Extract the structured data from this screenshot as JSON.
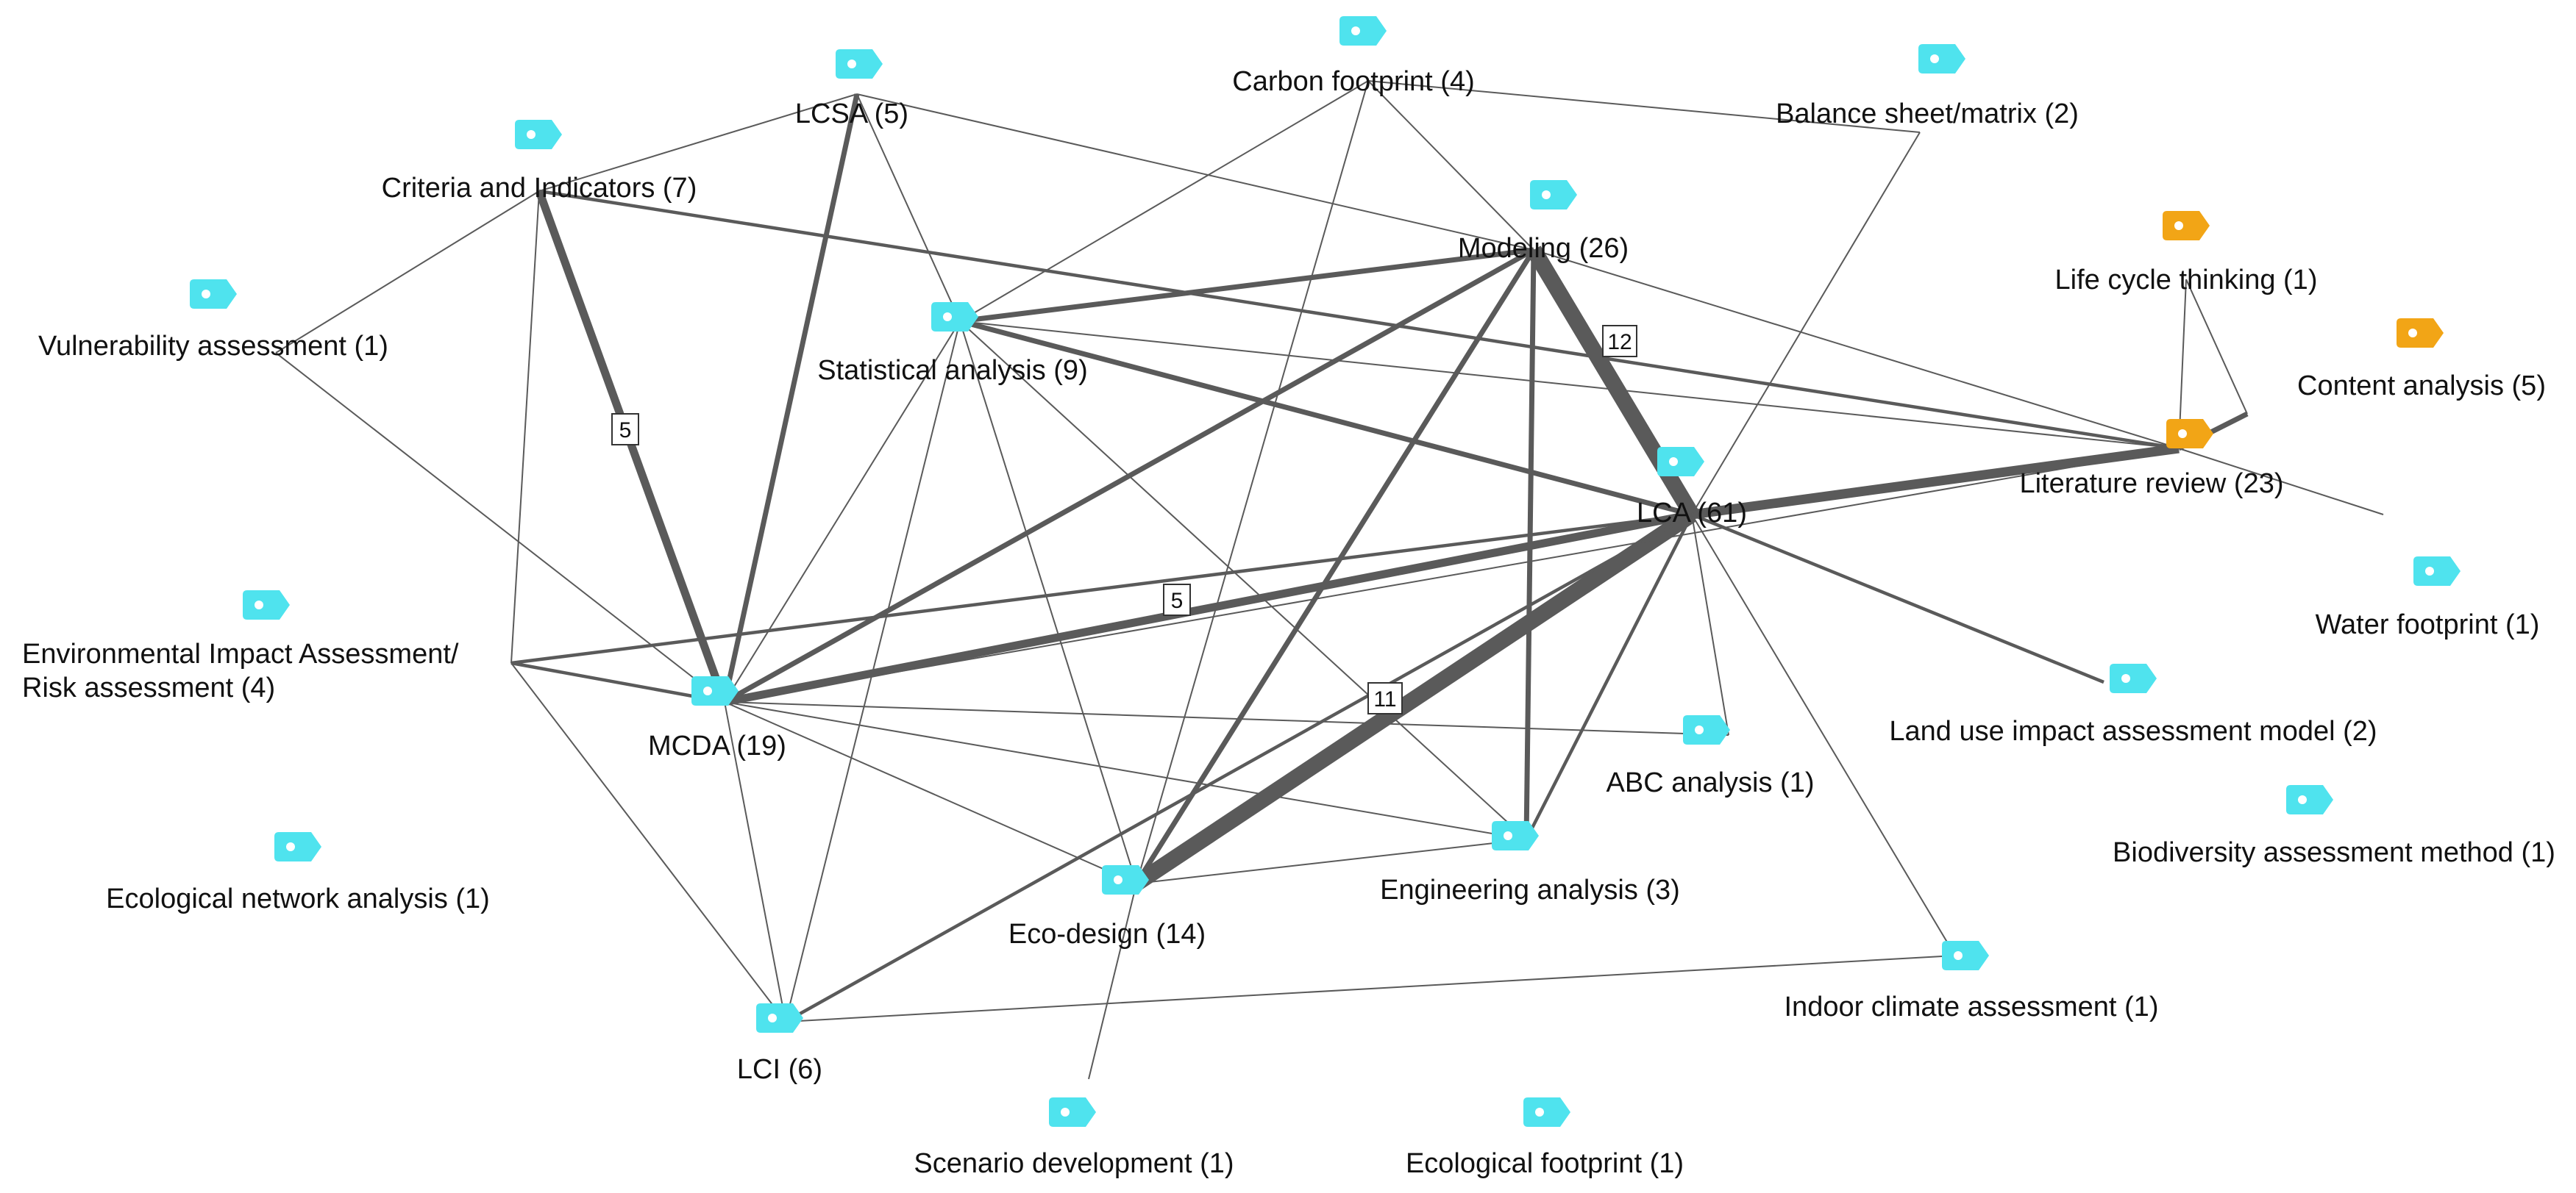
{
  "colors": {
    "tag_default": "#4fe3ee",
    "tag_highlight": "#f2a516",
    "edge": "#5a5a5a",
    "text": "#111111"
  },
  "nodes": [
    {
      "id": "lca",
      "label": "LCA (61)",
      "color": "cyan"
    },
    {
      "id": "literature_review",
      "label": "Literature review (23)",
      "color": "orange"
    },
    {
      "id": "modeling",
      "label": "Modeling (26)",
      "color": "cyan"
    },
    {
      "id": "mcda",
      "label": "MCDA (19)",
      "color": "cyan"
    },
    {
      "id": "eco_design",
      "label": "Eco-design (14)",
      "color": "cyan"
    },
    {
      "id": "statistical_analysis",
      "label": "Statistical analysis (9)",
      "color": "cyan"
    },
    {
      "id": "criteria_indicators",
      "label": "Criteria and Indicators (7)",
      "color": "cyan"
    },
    {
      "id": "lci",
      "label": "LCI (6)",
      "color": "cyan"
    },
    {
      "id": "lcsa",
      "label": "LCSA (5)",
      "color": "cyan"
    },
    {
      "id": "content_analysis",
      "label": "Content analysis (5)",
      "color": "orange"
    },
    {
      "id": "carbon_footprint",
      "label": "Carbon footprint (4)",
      "color": "cyan"
    },
    {
      "id": "eia",
      "label": "Environmental Impact Assessment/\nRisk assessment (4)",
      "color": "cyan"
    },
    {
      "id": "engineering_analysis",
      "label": "Engineering analysis (3)",
      "color": "cyan"
    },
    {
      "id": "balance_sheet",
      "label": "Balance sheet/matrix (2)",
      "color": "cyan"
    },
    {
      "id": "land_use",
      "label": "Land use impact assessment model (2)",
      "color": "cyan"
    },
    {
      "id": "vulnerability",
      "label": "Vulnerability assessment (1)",
      "color": "cyan"
    },
    {
      "id": "life_cycle_thinking",
      "label": "Life cycle thinking (1)",
      "color": "orange"
    },
    {
      "id": "water_footprint",
      "label": "Water footprint (1)",
      "color": "cyan"
    },
    {
      "id": "abc_analysis",
      "label": "ABC analysis (1)",
      "color": "cyan"
    },
    {
      "id": "biodiversity",
      "label": "Biodiversity assessment method (1)",
      "color": "cyan"
    },
    {
      "id": "ecological_network",
      "label": "Ecological network analysis (1)",
      "color": "cyan"
    },
    {
      "id": "indoor_climate",
      "label": "Indoor climate assessment (1)",
      "color": "cyan"
    },
    {
      "id": "scenario_development",
      "label": "Scenario development (1)",
      "color": "cyan"
    },
    {
      "id": "ecological_footprint",
      "label": "Ecological footprint (1)",
      "color": "cyan"
    }
  ],
  "edges": [
    {
      "source": "modeling",
      "target": "lca",
      "weight": 12,
      "label": "12"
    },
    {
      "source": "eco_design",
      "target": "lca",
      "weight": 11,
      "label": "11"
    },
    {
      "source": "lca",
      "target": "literature_review",
      "weight": 9
    },
    {
      "source": "mcda",
      "target": "lca",
      "weight": 5,
      "label": "5"
    },
    {
      "source": "criteria_indicators",
      "target": "mcda",
      "weight": 5,
      "label": "5"
    },
    {
      "source": "lcsa",
      "target": "mcda",
      "weight": 4
    },
    {
      "source": "literature_review",
      "target": "content_analysis",
      "weight": 4
    },
    {
      "source": "modeling",
      "target": "statistical_analysis",
      "weight": 3
    },
    {
      "source": "modeling",
      "target": "mcda",
      "weight": 3
    },
    {
      "source": "modeling",
      "target": "eco_design",
      "weight": 3
    },
    {
      "source": "modeling",
      "target": "engineering_analysis",
      "weight": 3
    },
    {
      "source": "statistical_analysis",
      "target": "lca",
      "weight": 3
    },
    {
      "source": "criteria_indicators",
      "target": "literature_review",
      "weight": 2
    },
    {
      "source": "lca",
      "target": "eia",
      "weight": 2
    },
    {
      "source": "lca",
      "target": "lci",
      "weight": 2
    },
    {
      "source": "lca",
      "target": "land_use",
      "weight": 2
    },
    {
      "source": "lca",
      "target": "engineering_analysis",
      "weight": 2
    },
    {
      "source": "mcda",
      "target": "eia",
      "weight": 2
    },
    {
      "source": "modeling",
      "target": "literature_review",
      "weight": 1
    },
    {
      "source": "statistical_analysis",
      "target": "literature_review",
      "weight": 1
    },
    {
      "source": "criteria_indicators",
      "target": "lcsa",
      "weight": 1
    },
    {
      "source": "criteria_indicators",
      "target": "vulnerability",
      "weight": 1
    },
    {
      "source": "criteria_indicators",
      "target": "eia",
      "weight": 1
    },
    {
      "source": "lcsa",
      "target": "statistical_analysis",
      "weight": 1
    },
    {
      "source": "lcsa",
      "target": "modeling",
      "weight": 1
    },
    {
      "source": "carbon_footprint",
      "target": "balance_sheet",
      "weight": 1
    },
    {
      "source": "carbon_footprint",
      "target": "modeling",
      "weight": 1
    },
    {
      "source": "carbon_footprint",
      "target": "statistical_analysis",
      "weight": 1
    },
    {
      "source": "carbon_footprint",
      "target": "eco_design",
      "weight": 1
    },
    {
      "source": "balance_sheet",
      "target": "lca",
      "weight": 1
    },
    {
      "source": "vulnerability",
      "target": "mcda",
      "weight": 1
    },
    {
      "source": "statistical_analysis",
      "target": "mcda",
      "weight": 1
    },
    {
      "source": "statistical_analysis",
      "target": "eco_design",
      "weight": 1
    },
    {
      "source": "statistical_analysis",
      "target": "lci",
      "weight": 1
    },
    {
      "source": "statistical_analysis",
      "target": "engineering_analysis",
      "weight": 1
    },
    {
      "source": "life_cycle_thinking",
      "target": "content_analysis",
      "weight": 1
    },
    {
      "source": "life_cycle_thinking",
      "target": "literature_review",
      "weight": 1
    },
    {
      "source": "literature_review",
      "target": "water_footprint",
      "weight": 1
    },
    {
      "source": "literature_review",
      "target": "mcda",
      "weight": 1
    },
    {
      "source": "lca",
      "target": "abc_analysis",
      "weight": 1
    },
    {
      "source": "lca",
      "target": "indoor_climate",
      "weight": 1
    },
    {
      "source": "mcda",
      "target": "abc_analysis",
      "weight": 1
    },
    {
      "source": "mcda",
      "target": "engineering_analysis",
      "weight": 1
    },
    {
      "source": "mcda",
      "target": "eco_design",
      "weight": 1
    },
    {
      "source": "mcda",
      "target": "lci",
      "weight": 1
    },
    {
      "source": "eia",
      "target": "lci",
      "weight": 1
    },
    {
      "source": "eco_design",
      "target": "engineering_analysis",
      "weight": 1
    },
    {
      "source": "eco_design",
      "target": "scenario_development",
      "weight": 1
    },
    {
      "source": "lci",
      "target": "indoor_climate",
      "weight": 1
    }
  ]
}
